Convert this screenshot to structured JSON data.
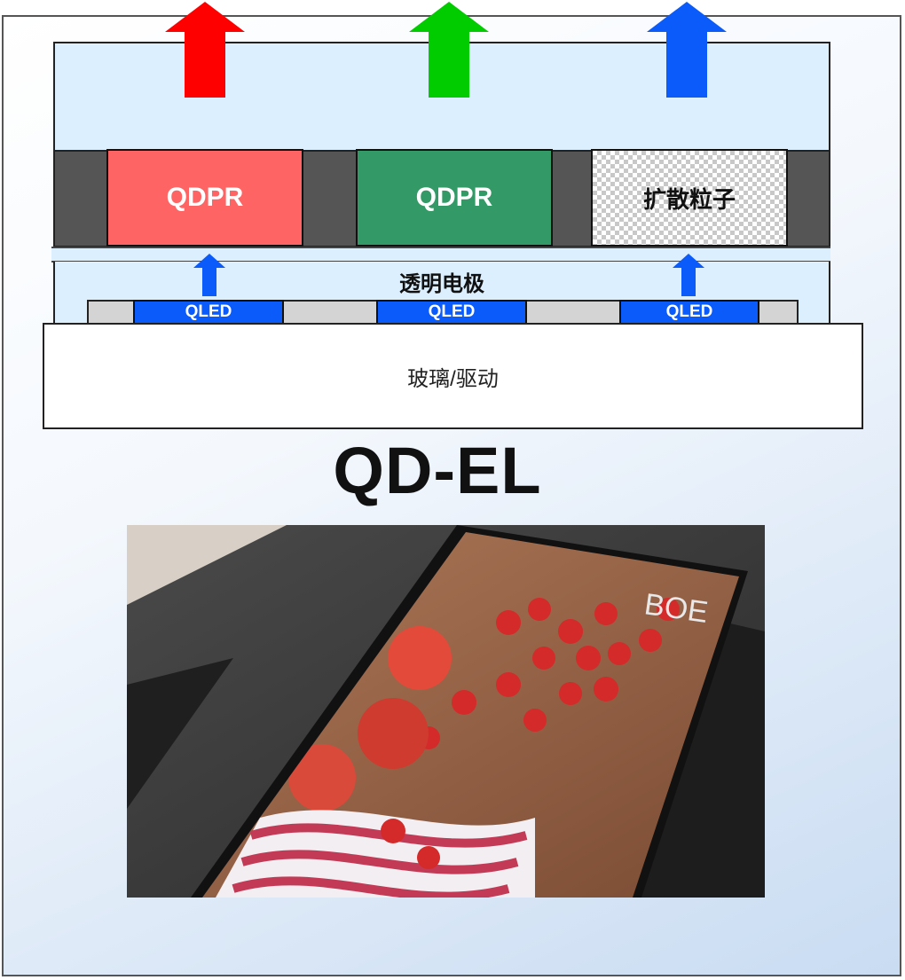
{
  "diagram": {
    "emission_arrows": [
      {
        "name": "red-arrow",
        "color": "#ff0000"
      },
      {
        "name": "green-arrow",
        "color": "#00cc00"
      },
      {
        "name": "blue-arrow",
        "color": "#0b5bfa"
      }
    ],
    "filter_cells": [
      {
        "label": "QDPR",
        "color": "#ff6464"
      },
      {
        "label": "QDPR",
        "color": "#339966"
      },
      {
        "label": "扩散粒子",
        "pattern": "checkerboard"
      }
    ],
    "electrode_label": "透明电极",
    "qled_labels": [
      "QLED",
      "QLED",
      "QLED"
    ],
    "glass_label": "玻璃/驱动",
    "title": "QD-EL",
    "colors": {
      "top_panel": "#dcefff",
      "filter_gap": "#555555",
      "qled_blue": "#0b5bfa"
    }
  },
  "photo": {
    "brand_text": "BOE"
  }
}
